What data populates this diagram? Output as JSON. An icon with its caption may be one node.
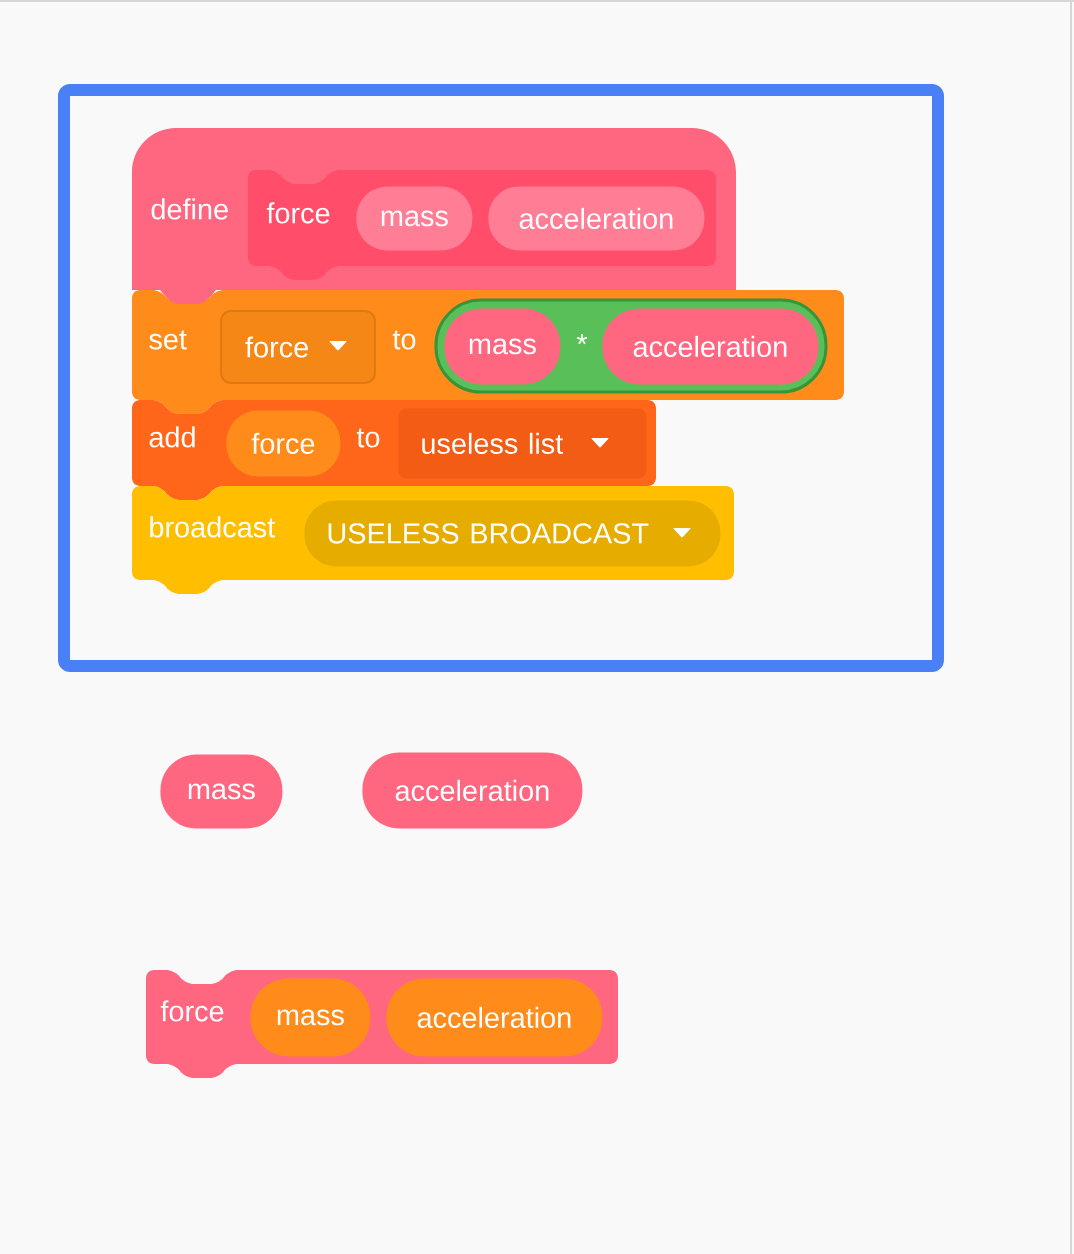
{
  "diagram": {
    "nodes": [
      {
        "text": [],
        "shape": "box"
      },
      {
        "text": [
          "define"
        ],
        "in": 0
      },
      {
        "text": [
          "force"
        ],
        "in": 1
      },
      {
        "text": [
          "mass"
        ],
        "in": 2
      },
      {
        "text": [
          "acceleration"
        ],
        "in": 2
      },
      {
        "text": [
          "set",
          "to"
        ],
        "in": 0
      },
      {
        "text": [
          "force"
        ],
        "in": 5
      },
      {
        "text": [
          "*"
        ],
        "in": 5
      },
      {
        "text": [
          "mass"
        ],
        "in": 7
      },
      {
        "text": [
          "acceleration"
        ],
        "in": 7
      },
      {
        "text": [
          "add",
          "to"
        ],
        "in": 0
      },
      {
        "text": [
          "force"
        ],
        "in": 10
      },
      {
        "text": [
          "useless list"
        ],
        "in": 10
      },
      {
        "text": [
          "broadcast"
        ],
        "in": 0
      },
      {
        "text": [
          "USELESS BROADCAST"
        ],
        "in": 13
      },
      {
        "text": [
          "mass"
        ]
      },
      {
        "text": [
          "acceleration"
        ]
      },
      {
        "text": [
          "force"
        ]
      },
      {
        "text": [
          "mass"
        ],
        "in": 17
      },
      {
        "text": [
          "acceleration"
        ],
        "in": 17
      }
    ]
  }
}
